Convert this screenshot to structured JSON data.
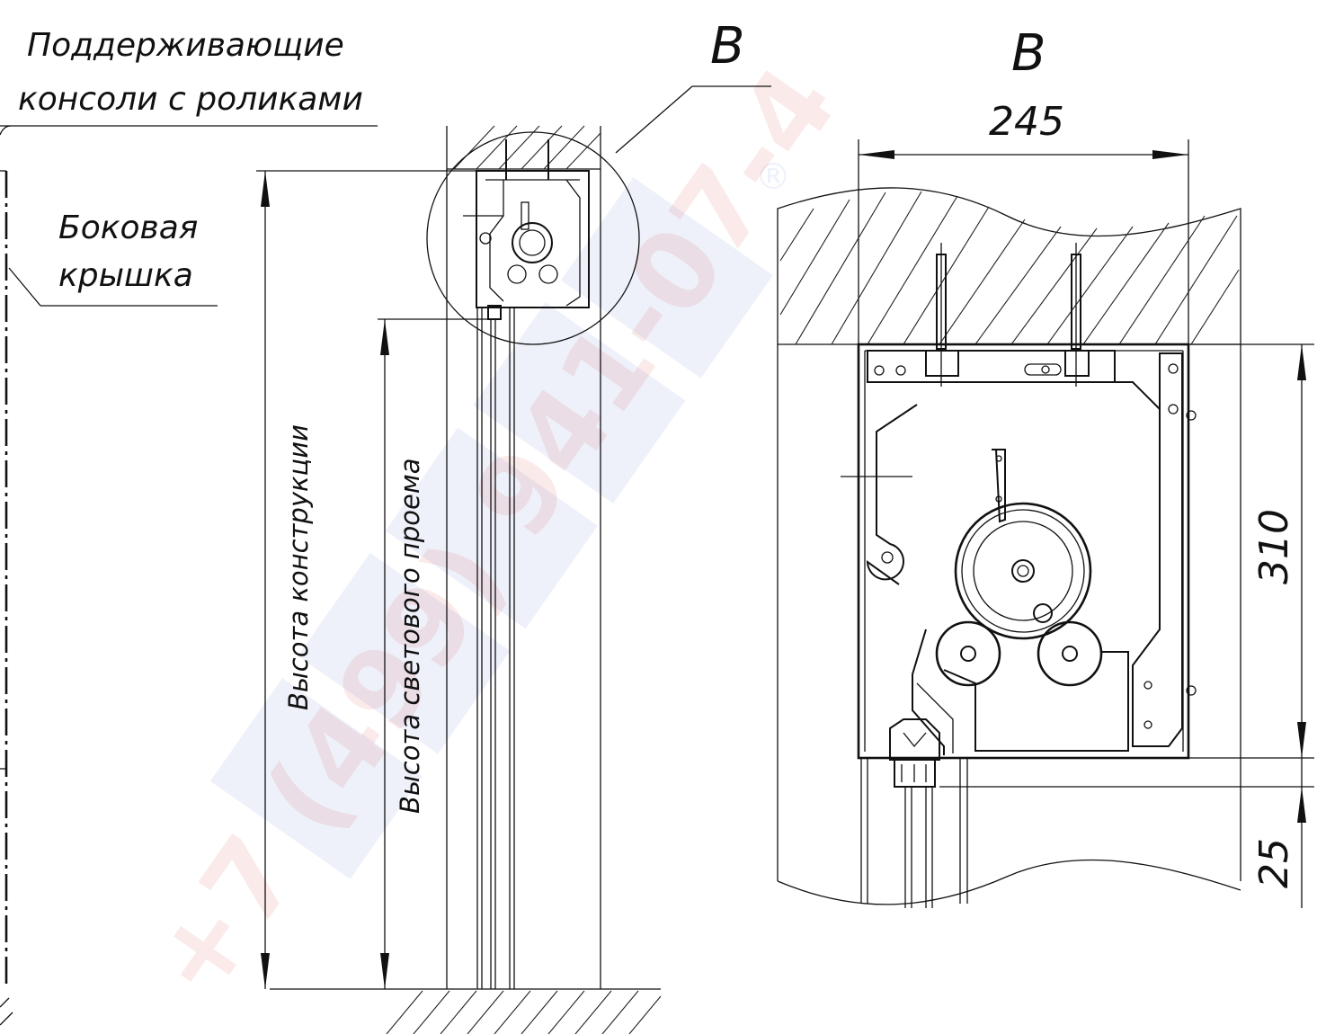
{
  "labels": {
    "support_consoles_line1": "Поддерживающие",
    "support_consoles_line2": "консоли с роликами",
    "side_cover_line1": "Боковая",
    "side_cover_line2": "крышка",
    "detail_marker": "В",
    "detail_title": "В",
    "construction_height": "Высота конструкции",
    "light_opening_height": "Высота светового проема"
  },
  "dimensions": {
    "width": "245",
    "box_height": "310",
    "bottom_gap": "25"
  },
  "watermark": {
    "phone": "+7 (499) 941-07-4",
    "registered_mark": "®"
  },
  "colors": {
    "ink": "#111111",
    "watermark_blue": "#4664c8",
    "watermark_red": "#dc3232"
  }
}
